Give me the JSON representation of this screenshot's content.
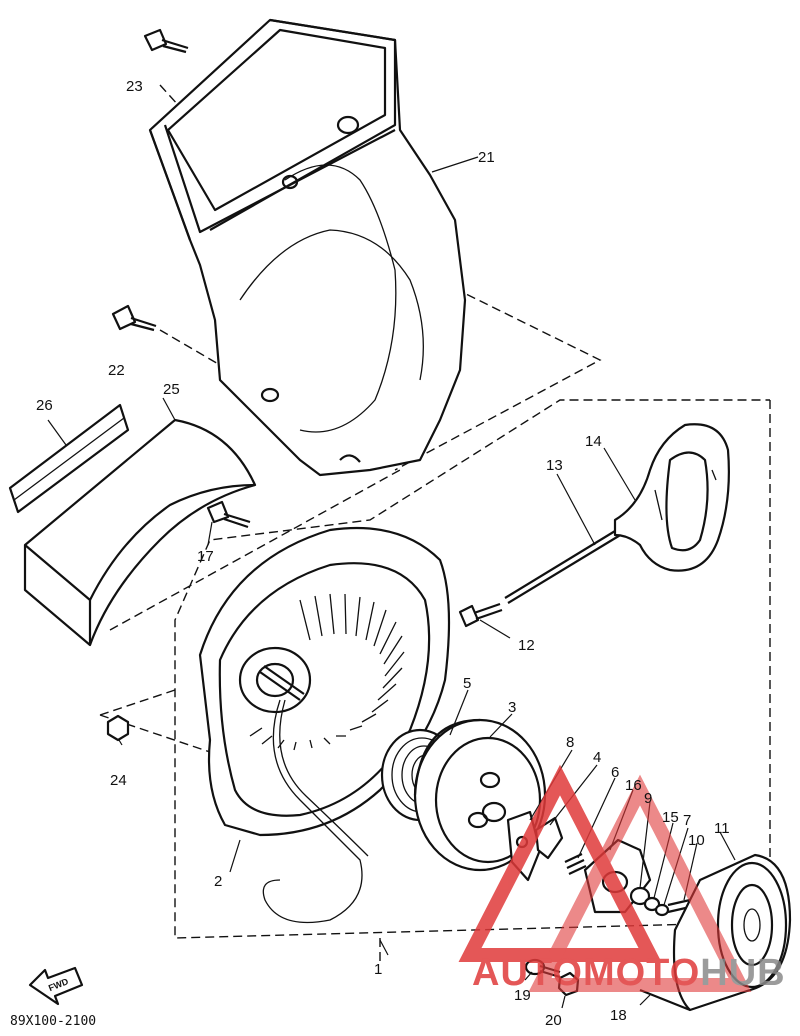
{
  "diagram": {
    "reference_code": "89X100-2100",
    "direction_arrow_label": "FWD",
    "watermark": {
      "text_red": "AUTOMOTO",
      "text_gray": "HUB",
      "color_red": "#e03a3a",
      "color_gray": "#8a8a8a"
    },
    "callouts": {
      "c1": "1",
      "c2": "2",
      "c3": "3",
      "c4": "4",
      "c5": "5",
      "c6": "6",
      "c7": "7",
      "c8": "8",
      "c9": "9",
      "c10": "10",
      "c11": "11",
      "c12": "12",
      "c13": "13",
      "c14": "14",
      "c15": "15",
      "c16": "16",
      "c17": "17",
      "c18": "18",
      "c19": "19",
      "c20": "20",
      "c21": "21",
      "c22": "22",
      "c23": "23",
      "c24": "24",
      "c25": "25",
      "c26": "26"
    }
  }
}
